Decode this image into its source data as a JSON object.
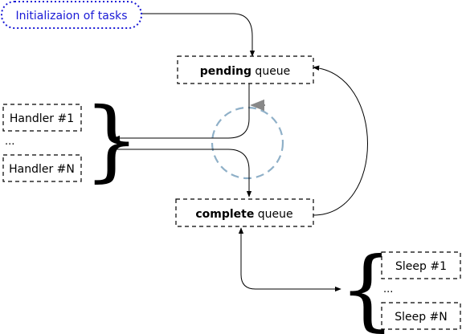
{
  "diagram": {
    "init": {
      "label": "Initializaion of tasks"
    },
    "pending": {
      "bold": "pending",
      "rest": " queue"
    },
    "complete": {
      "bold": "complete",
      "rest": " queue"
    },
    "handlers": {
      "first": "Handler #1",
      "ellipsis": "...",
      "last": "Handler #N"
    },
    "sleeps": {
      "first": "Sleep #1",
      "ellipsis": "...",
      "last": "Sleep #N"
    },
    "brace_glyph": "}",
    "brace_glyph_left": "{"
  },
  "colors": {
    "init_border": "#1a1ad6",
    "init_text": "#1a1ad6",
    "cycle": "#8fb0c8",
    "cycle_arrow": "#888888"
  }
}
